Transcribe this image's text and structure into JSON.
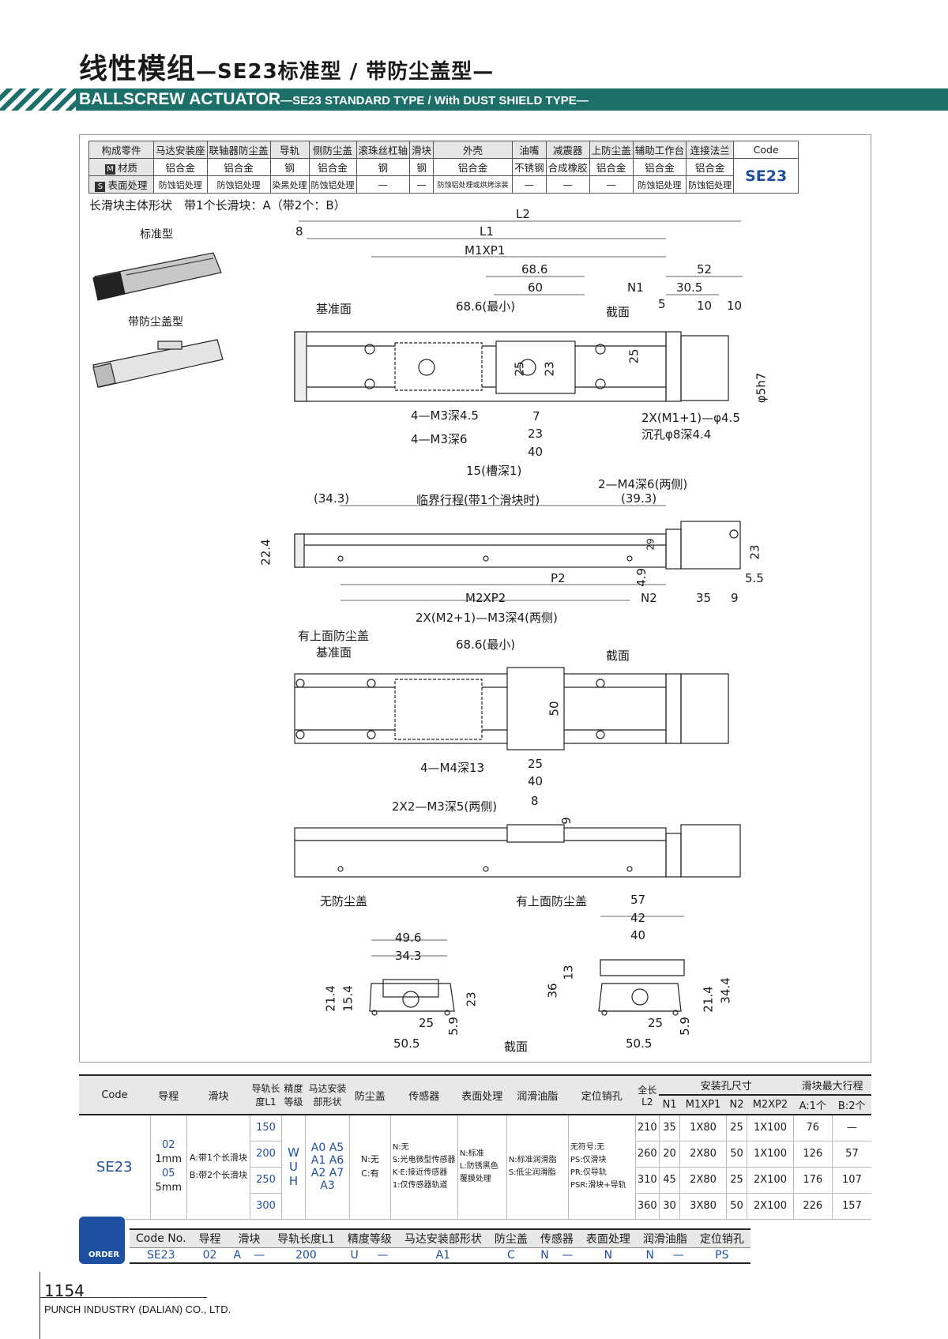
{
  "header": {
    "title_cn": "线性模组",
    "title_sub": "—SE23标准型 / 带防尘盖型—",
    "title_en": "BALLSCREW ACTUATOR",
    "title_en_sub": "—SE23 STANDARD TYPE / With DUST SHIELD TYPE—"
  },
  "components": {
    "row_label_parts": "构成零件",
    "row_label_material": "材质",
    "row_label_surface": "表面处理",
    "badge_m": "M",
    "badge_s": "S",
    "code_header": "Code",
    "code_value": "SE23",
    "parts": [
      "马达安装座",
      "联轴器防尘盖",
      "导轨",
      "侧防尘盖",
      "滚珠丝杠轴",
      "滑块",
      "外壳",
      "油嘴",
      "减震器",
      "上防尘盖",
      "辅助工作台",
      "连接法兰"
    ],
    "materials": [
      "铝合金",
      "铝合金",
      "钢",
      "铝合金",
      "钢",
      "钢",
      "铝合金",
      "不锈钢",
      "合成橡胶",
      "铝合金",
      "铝合金",
      "铝合金"
    ],
    "surfaces": [
      "防蚀铝处理",
      "防蚀铝处理",
      "染黑处理",
      "防蚀铝处理",
      "—",
      "—",
      "防蚀铝处理或烘烤涂装",
      "—",
      "—",
      "—",
      "防蚀铝处理",
      "防蚀铝处理"
    ]
  },
  "shape_note": "长滑块主体形状　带1个长滑块：A（带2个：B）",
  "photos": {
    "standard": "标准型",
    "dust": "带防尘盖型"
  },
  "drawing_labels": {
    "ref_face": "基准面",
    "section": "截面",
    "dust_top": "有上面防尘盖",
    "no_dust": "无防尘盖",
    "m3_45": "4—M3深4.5",
    "m3_6": "4—M3深6",
    "slot": "15(槽深1)",
    "mhole": "2X(M1+1)—φ4.5",
    "cbore": "沉孔φ8深4.4",
    "m4_6": "2—M4深6(两侧)",
    "critical": "临界行程(带1个滑块时)",
    "m3_4": "2X(M2+1)—M3深4(两侧)",
    "m4_13": "4—M4深13",
    "m3_5": "2X2—M3深5(两侧)",
    "section_bottom": "截面"
  },
  "dims": {
    "L2": "L2",
    "L1": "L1",
    "M1P1": "M1XP1",
    "N1": "N1",
    "N2": "N2",
    "P2": "P2",
    "M2P2": "M2XP2",
    "d8": "8",
    "d686": "68.6",
    "d60": "60",
    "d52": "52",
    "d305": "30.5",
    "d5": "5",
    "d10a": "10",
    "d10b": "10",
    "d686min": "68.6(最小)",
    "d25": "25",
    "d23": "23",
    "d7": "7",
    "d40": "40",
    "d343": "(34.3)",
    "d393": "(39.3)",
    "d224": "22.4",
    "d29": "29",
    "d49": "4.9",
    "d55": "5.5",
    "d35": "35",
    "d9": "9",
    "d5h7": "φ5h7",
    "d50": "50",
    "d8b": "8",
    "d9b": "9",
    "d496": "49.6",
    "d343b": "34.3",
    "d214": "21.4",
    "d154": "15.4",
    "d59": "5.9",
    "d505": "50.5",
    "d57": "57",
    "d42": "42",
    "d13": "13",
    "d36": "36",
    "d344": "34.4"
  },
  "spec_table": {
    "headers": [
      "Code",
      "导程",
      "滑块",
      "导轨长度L1",
      "精度等级",
      "马达安装部形状",
      "防尘盖",
      "传感器",
      "表面处理",
      "润滑油脂",
      "定位销孔",
      "全长L2",
      "安装孔尺寸",
      "滑块最大行程"
    ],
    "sub_headers": [
      "N1",
      "M1XP1",
      "N2",
      "M2XP2",
      "A:1个",
      "B:2个"
    ],
    "code": "SE23",
    "lead": [
      "02",
      "1mm",
      "05",
      "5mm"
    ],
    "slider": [
      "A:带1个长滑块",
      "B:带2个长滑块"
    ],
    "precision": [
      "W",
      "U",
      "H"
    ],
    "motor": [
      "A0 A5",
      "A1 A6",
      "A2 A7",
      "A3"
    ],
    "dust": [
      "N:无",
      "C:有"
    ],
    "sensor": [
      "N:无",
      "S:光电微型传感器",
      "K·E:接近传感器",
      "1:仅传感器轨道"
    ],
    "surface": [
      "N:标准",
      "L:防锈黑色覆膜处理"
    ],
    "grease": [
      "N:标准润滑脂",
      "S:低尘润滑脂"
    ],
    "pin": [
      "无符号:无",
      "PS:仅滑块",
      "PR:仅导轨",
      "PSR:滑块+导轨"
    ],
    "rows": [
      {
        "l1": "150",
        "l2": "210",
        "n1": "35",
        "m1p1": "1X80",
        "n2": "25",
        "m2p2": "1X100",
        "a": "76",
        "b": "—"
      },
      {
        "l1": "200",
        "l2": "260",
        "n1": "20",
        "m1p1": "2X80",
        "n2": "50",
        "m2p2": "1X100",
        "a": "126",
        "b": "57"
      },
      {
        "l1": "250",
        "l2": "310",
        "n1": "45",
        "m1p1": "2X80",
        "n2": "25",
        "m2p2": "2X100",
        "a": "176",
        "b": "107"
      },
      {
        "l1": "300",
        "l2": "360",
        "n1": "30",
        "m1p1": "3X80",
        "n2": "50",
        "m2p2": "2X100",
        "a": "226",
        "b": "157"
      }
    ]
  },
  "order": {
    "icon_label": "ORDER",
    "headers": [
      "Code No.",
      "导程",
      "滑块",
      "导轨长度L1",
      "精度等级",
      "马达安装部形状",
      "防尘盖",
      "传感器",
      "表面处理",
      "润滑油脂",
      "定位销孔"
    ],
    "values": [
      "SE23",
      "02",
      "A",
      "—",
      "200",
      "U",
      "—",
      "A1",
      "C",
      "N",
      "—",
      "N",
      "N",
      "—",
      "PS"
    ]
  },
  "footer": {
    "page": "1154",
    "company": "PUNCH INDUSTRY (DALIAN) CO., LTD."
  }
}
